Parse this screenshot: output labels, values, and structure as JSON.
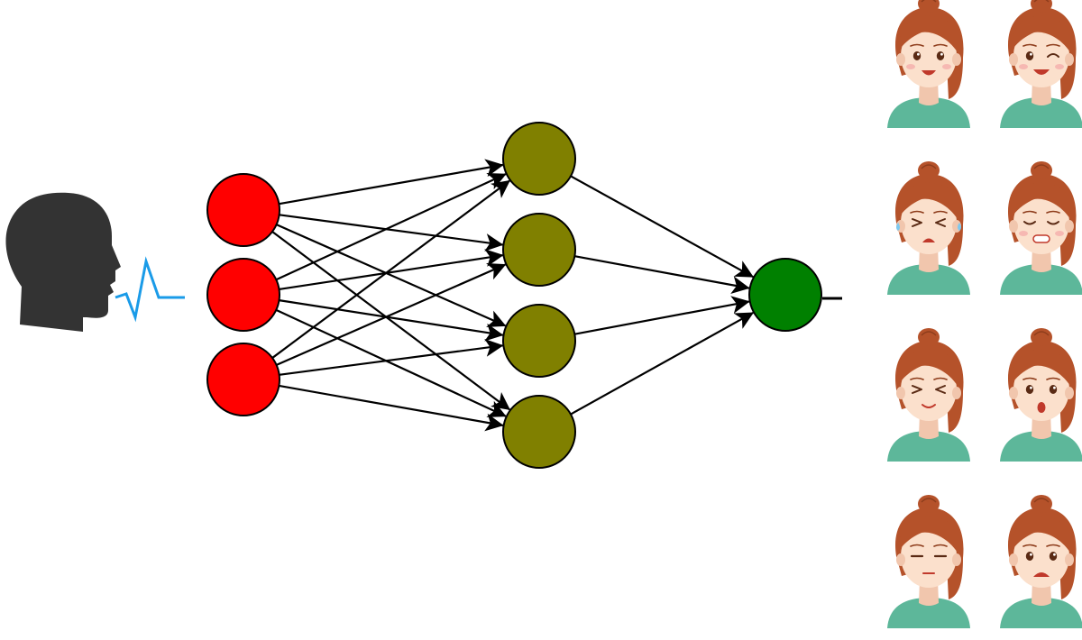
{
  "diagram": {
    "type": "neural-network",
    "speaker_icon": "speaking-head-icon",
    "signal_icon": "sound-wave-icon",
    "layers": [
      {
        "name": "input",
        "count": 3,
        "color": "#ff0000"
      },
      {
        "name": "hidden",
        "count": 4,
        "color": "#808000"
      },
      {
        "name": "output",
        "count": 1,
        "color": "#008000"
      }
    ],
    "connections": "fully-connected",
    "stroke_color": "#000000",
    "speaker_color": "#333333",
    "wave_color": "#1a9be8"
  },
  "faces": [
    {
      "emotion": "happy",
      "icon": "happy-face-icon"
    },
    {
      "emotion": "winking",
      "icon": "winking-face-icon"
    },
    {
      "emotion": "crying",
      "icon": "crying-face-icon"
    },
    {
      "emotion": "laughing",
      "icon": "laughing-face-icon"
    },
    {
      "emotion": "smiling-eyes-closed",
      "icon": "smiling-face-icon"
    },
    {
      "emotion": "surprised",
      "icon": "surprised-face-icon"
    },
    {
      "emotion": "sleepy",
      "icon": "sleepy-face-icon"
    },
    {
      "emotion": "sad",
      "icon": "sad-face-icon"
    }
  ],
  "colors": {
    "hair": "#b5522a",
    "hair_dark": "#8e3d1c",
    "skin": "#fbe0cc",
    "skin_shadow": "#f1c6ad",
    "shirt": "#5db79a",
    "cheek": "#f4a6a6",
    "mouth": "#c0392b"
  }
}
